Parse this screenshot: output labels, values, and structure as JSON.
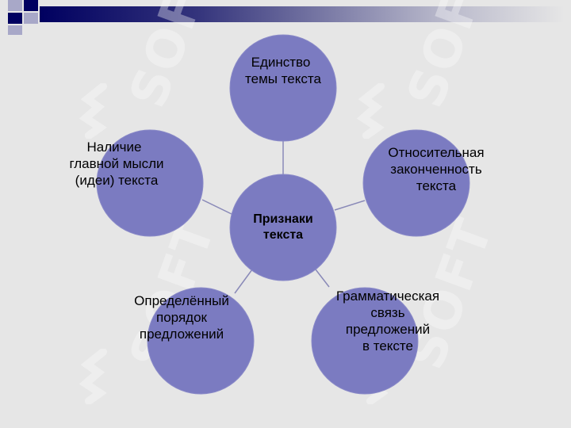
{
  "center": {
    "lines": [
      "Признаки",
      "текста"
    ]
  },
  "nodes": [
    {
      "id": "unity",
      "lines": [
        "Единство",
        "темы текста"
      ]
    },
    {
      "id": "completeness",
      "lines": [
        "Относительная",
        "законченность",
        "текста"
      ]
    },
    {
      "id": "grammar",
      "lines": [
        "Грамматическая",
        "связь",
        "предложений",
        "в тексте"
      ]
    },
    {
      "id": "order",
      "lines": [
        "Определённый",
        "порядок",
        "предложений"
      ]
    },
    {
      "id": "main-idea",
      "lines": [
        "Наличие",
        "главной мысли",
        "(идеи) текста"
      ]
    }
  ],
  "watermark": {
    "text": "SOFT"
  },
  "colors": {
    "background": "#e6e6e6",
    "circle_fill": "#7b7bc1",
    "circle_stroke": "#8a8ac8",
    "connector": "#8a8ab8",
    "title_bar_dark": "#000060",
    "watermark": "#ffffff"
  }
}
